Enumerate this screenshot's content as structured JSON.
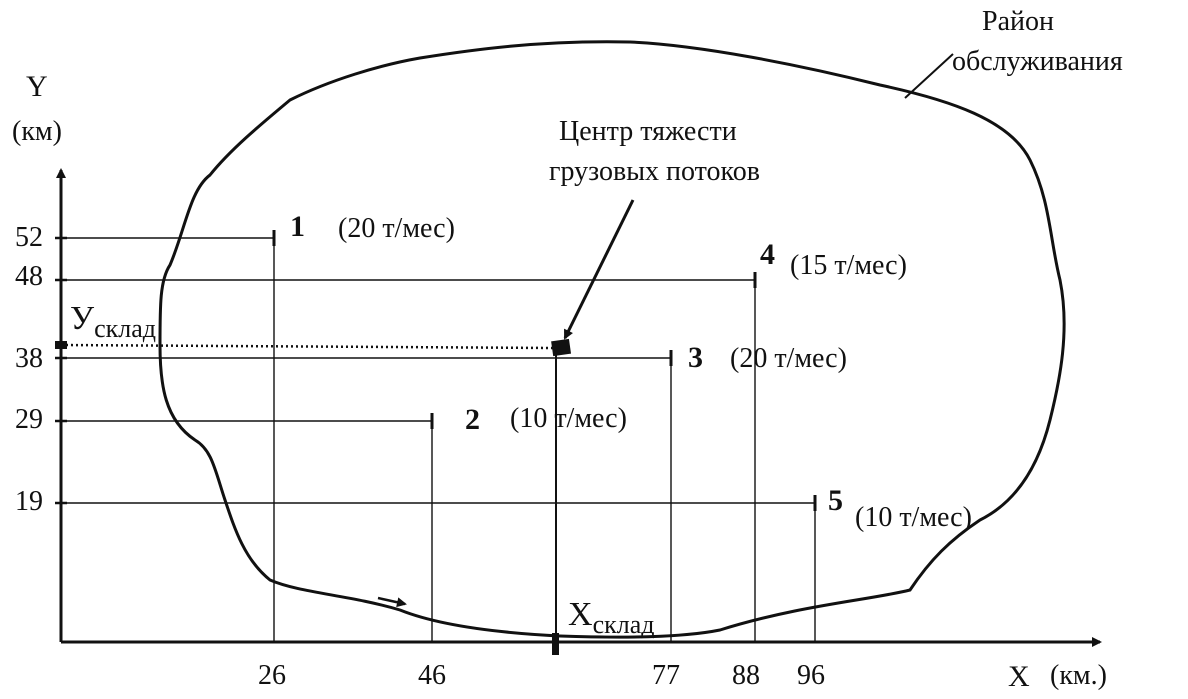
{
  "axes": {
    "y_label": "Y",
    "y_unit": "(км)",
    "x_label": "X",
    "x_unit": "(км.)",
    "y_ticks": [
      "52",
      "48",
      "38",
      "29",
      "19"
    ],
    "x_ticks": [
      "26",
      "46",
      "77",
      "88",
      "96"
    ]
  },
  "region_label": {
    "line1": "Район",
    "line2": "обслуживания"
  },
  "center_label": {
    "line1": "Центр тяжести",
    "line2": "грузовых потоков"
  },
  "warehouse": {
    "y_main": "У",
    "y_sub": "склад",
    "x_main": "Х",
    "x_sub": "склад"
  },
  "points": [
    {
      "id": "1",
      "x": 26,
      "y": 52,
      "load": "(20 т/мес)"
    },
    {
      "id": "2",
      "x": 46,
      "y": 29,
      "load": "(10 т/мес)"
    },
    {
      "id": "3",
      "x": 77,
      "y": 38,
      "load": "(20 т/мес)"
    },
    {
      "id": "4",
      "x": 88,
      "y": 48,
      "load": "(15 т/мес)"
    },
    {
      "id": "5",
      "x": 96,
      "y": 19,
      "load": "(10 т/мес)"
    }
  ],
  "colors": {
    "ink": "#111111",
    "background": "#ffffff"
  }
}
